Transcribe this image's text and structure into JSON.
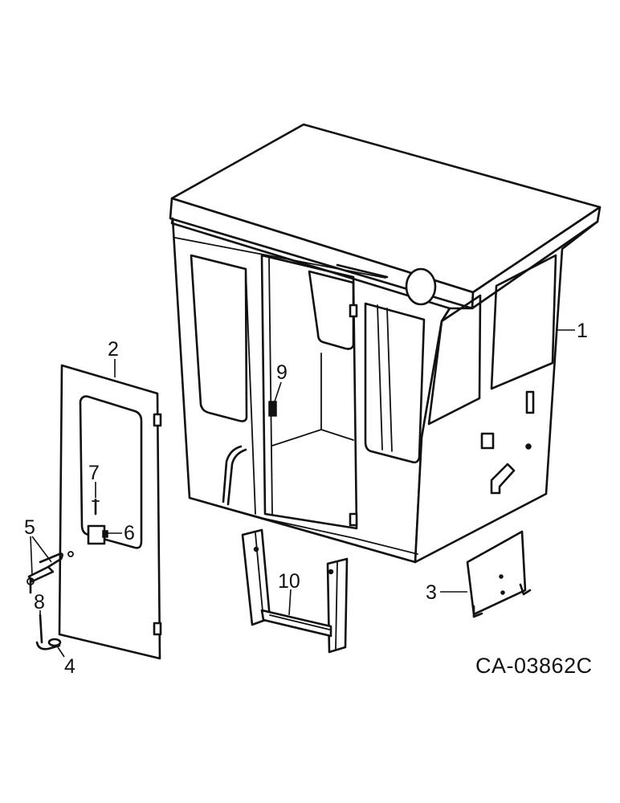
{
  "callouts": [
    {
      "id": "1",
      "text": "1"
    },
    {
      "id": "2",
      "text": "2"
    },
    {
      "id": "3",
      "text": "3"
    },
    {
      "id": "4",
      "text": "4"
    },
    {
      "id": "5",
      "text": "5"
    },
    {
      "id": "6",
      "text": "6"
    },
    {
      "id": "7",
      "text": "7"
    },
    {
      "id": "8",
      "text": "8"
    },
    {
      "id": "9",
      "text": "9"
    },
    {
      "id": "10",
      "text": "10"
    }
  ],
  "figure_code": "CA-03862C",
  "colors": {
    "ink": "#111111",
    "background": "#ffffff"
  }
}
